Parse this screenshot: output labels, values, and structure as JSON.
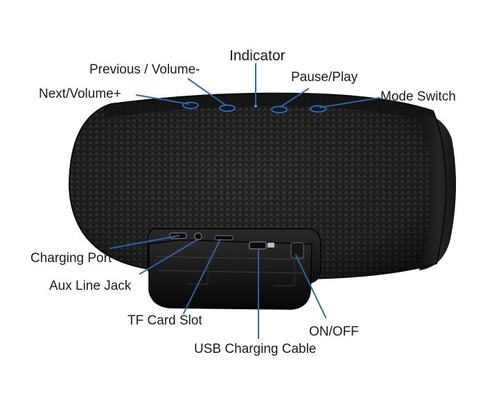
{
  "diagram": {
    "labels": {
      "indicator": "Indicator",
      "previous_volume_down": "Previous / Volume-",
      "pause_play": "Pause/Play",
      "next_volume_up": "Next/Volume+",
      "mode_switch": "Mode Switch",
      "charging_port": "Charging Port",
      "aux_line_jack": "Aux Line Jack",
      "tf_card_slot": "TF Card Slot",
      "on_off": "ON/OFF",
      "usb_charging_cable": "USB Charging Cable"
    },
    "colors": {
      "leader_line": "#2b67a8",
      "speaker_body": "#1e1e1e",
      "button_glow": "#2f7fd6",
      "label_text": "#1a1a1a"
    }
  }
}
